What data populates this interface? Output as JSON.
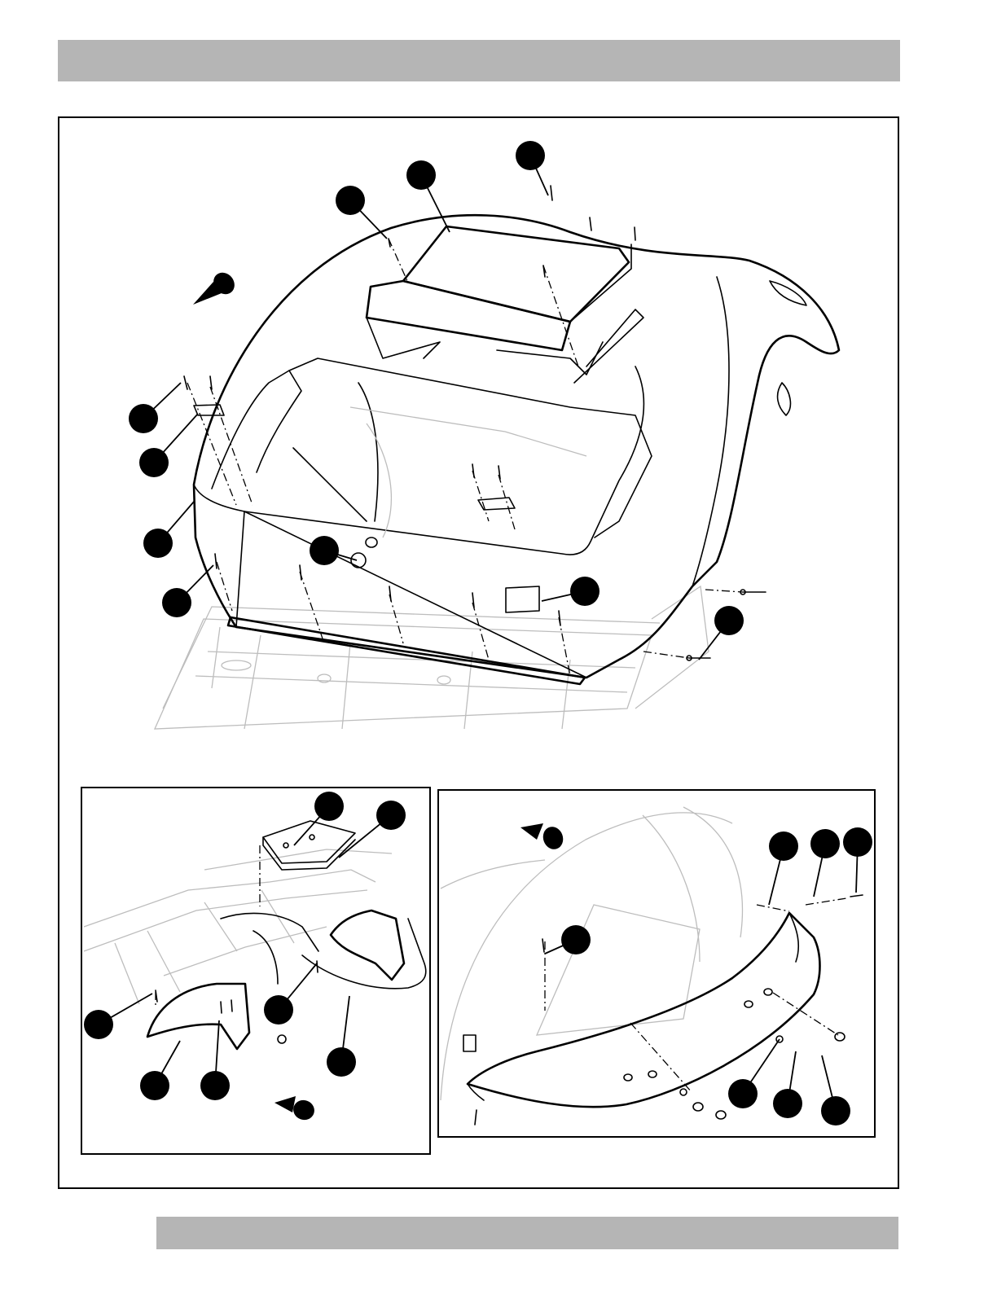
{
  "colors": {
    "header_bar": "#b5b5b5",
    "line": "#000000",
    "faint_line": "#bdbdbd",
    "callout_fill": "#000000"
  },
  "figure": {
    "main_view": {
      "callout_count": 10,
      "direction_arrow_icon": "cone-arrow-icon"
    },
    "inset_left": {
      "callout_count": 7,
      "direction_arrow_icon": "cone-arrow-icon"
    },
    "inset_right": {
      "callout_count": 7,
      "direction_arrow_icon": "cone-arrow-icon"
    }
  }
}
